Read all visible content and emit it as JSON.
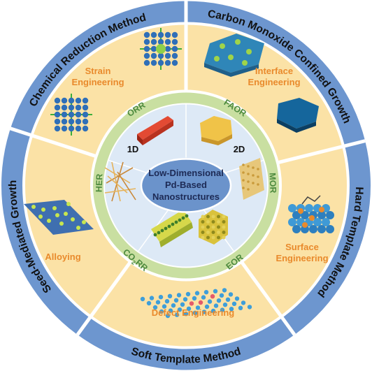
{
  "colors": {
    "outer_ring": "#6d96cf",
    "divider": "#ffffff",
    "strategy_ring": "#fbe2a6",
    "reaction_ring": "#c9dfa1",
    "core": "#dde9f6",
    "core_ellipse": "#6b93cb",
    "strategy_text": "#e98a2c",
    "reaction_text": "#4d8a3e"
  },
  "outer_ring": [
    {
      "label": "Chemical Reduction Method"
    },
    {
      "label": "Carbon Monoxide Confined Growth"
    },
    {
      "label": "Hard Template Method"
    },
    {
      "label": "Soft Template Method"
    },
    {
      "label": "Seed-Mediated Growth"
    }
  ],
  "strategies": {
    "strain": {
      "line1": "Strain",
      "line2": "Engineering"
    },
    "interface": {
      "line1": "Interface",
      "line2": "Engineering"
    },
    "surface": {
      "line1": "Surface",
      "line2": "Engineering"
    },
    "defect": {
      "line1": "Defect Engineering"
    },
    "alloying": {
      "line1": "Alloying"
    }
  },
  "reactions": {
    "orr": "ORR",
    "faor": "FAOR",
    "mor": "MOR",
    "eor": "EOR",
    "co2rr_main": "CO",
    "co2rr_sub": "2",
    "co2rr_tail": "RR",
    "her": "HER"
  },
  "dimensions": {
    "one_d": "1D",
    "two_d": "2D"
  },
  "center": {
    "line1": "Low-Dimensional",
    "line2": "Pd-Based",
    "line3": "Nanostructures"
  }
}
